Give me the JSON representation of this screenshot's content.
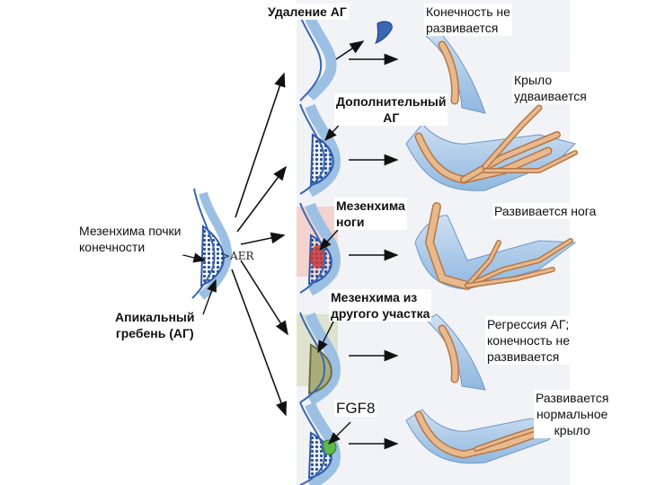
{
  "labels": {
    "removal_ag": "Удаление  АГ",
    "limb_not_develop": "Конечность не\nразвивается",
    "wing_duplicated": "Крыло\nудваивается",
    "additional_ag": "Дополнительный\nАГ",
    "leg_mesenchyme": "Мезенхима\nноги",
    "leg_develops": "Развивается нога",
    "bud_mesenchyme": "Мезенхима почки\nконечности",
    "apical_ridge": "Апикальный\nгребень (АГ)",
    "other_mesenchyme": "Мезенхима из\nдругого участка",
    "regression": "Регрессия АГ;\nконечность не\nразвивается",
    "fgf8": "FGF8",
    "normal_wing": "Развивается\nнормальное\nкрыло",
    "aer": ">AER"
  },
  "colors": {
    "background": "#ffffff",
    "panel_light": "#f1f3f6",
    "tissue_blue": "#8fb8e0",
    "tissue_dark_blue": "#2f5aa8",
    "ridge_pink": "#e49a9a",
    "leg_mesenchyme_red": "#c43a3a",
    "other_mesenchyme_olive": "#a8ad7a",
    "fgf8_bead_green": "#5fb84a",
    "bone": "#e8b98c",
    "bone_outline": "#b4784a",
    "arrow": "#111111"
  }
}
